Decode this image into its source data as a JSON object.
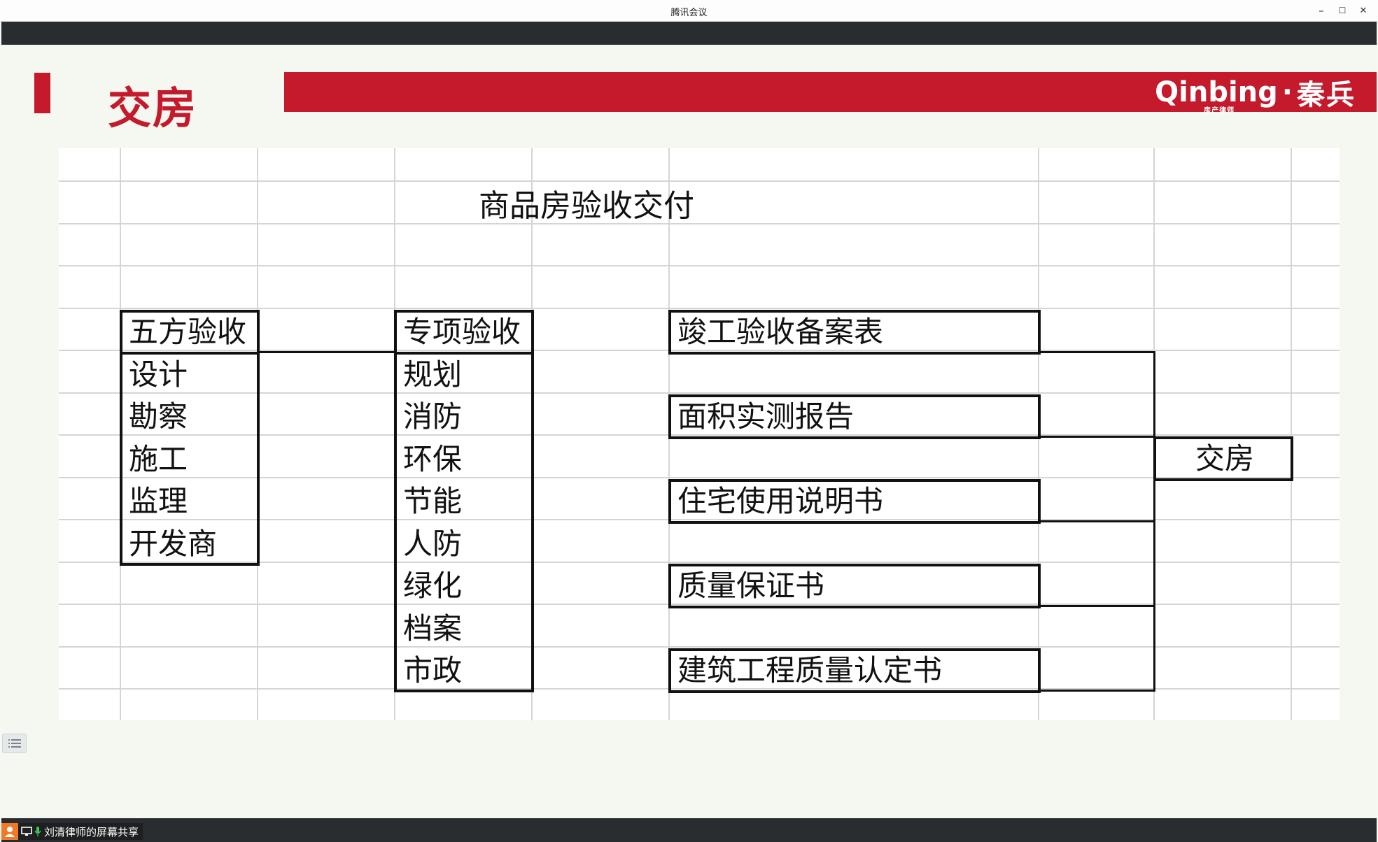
{
  "window": {
    "title": "腾讯会议",
    "controls": {
      "minimize": "–",
      "maximize": "☐",
      "close": "✕"
    }
  },
  "slide": {
    "title": "交房",
    "brand": {
      "latin": "Qinbing",
      "separator": "·",
      "chinese": "秦兵",
      "tagline": "房产律师"
    },
    "colors": {
      "accent": "#c41a2c"
    }
  },
  "sheet": {
    "title": "商品房验收交付",
    "five_party": {
      "header": "五方验收",
      "items": [
        "设计",
        "勘察",
        "施工",
        "监理",
        "开发商"
      ]
    },
    "special": {
      "header": "专项验收",
      "items": [
        "规划",
        "消防",
        "环保",
        "节能",
        "人防",
        "绿化",
        "档案",
        "市政"
      ]
    },
    "documents": [
      "竣工验收备案表",
      "面积实测报告",
      "住宅使用说明书",
      "质量保证书",
      "建筑工程质量认定书"
    ],
    "result": "交房"
  },
  "footer": {
    "share_status": "刘清律师的屏幕共享"
  }
}
